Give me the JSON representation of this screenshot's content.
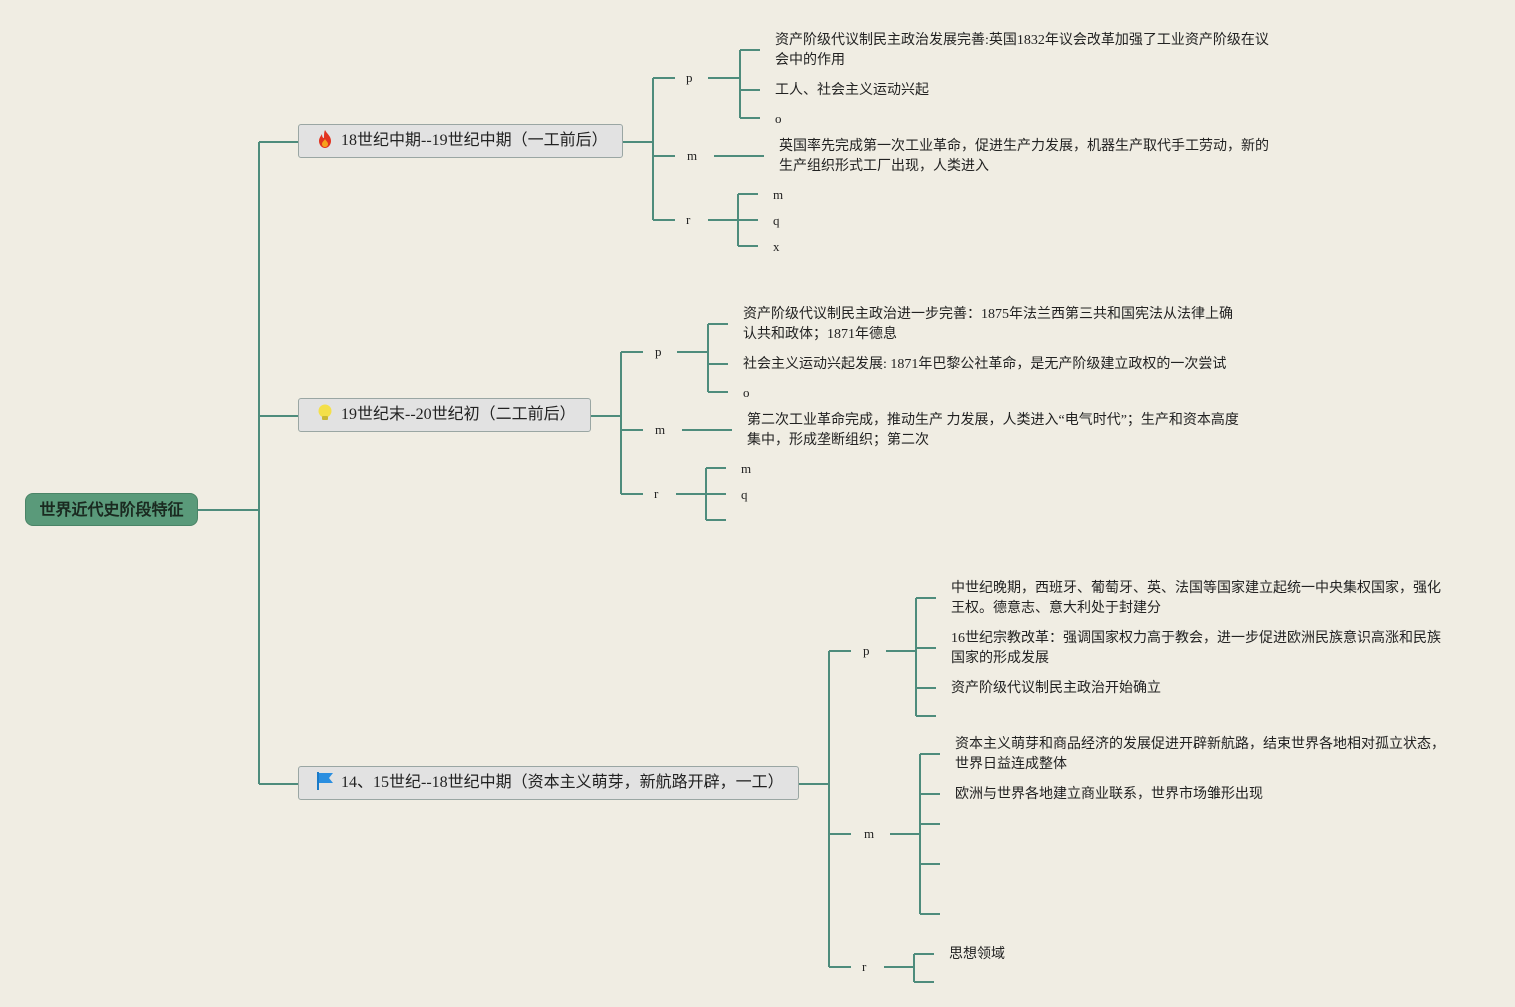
{
  "root": {
    "label": "世界近代史阶段特征"
  },
  "icons": {
    "t1": "fire-icon",
    "t2": "lightbulb-icon",
    "t3": "flag-icon"
  },
  "colors": {
    "line": "#4e8c7c",
    "root_bg": "#5a9a7a",
    "topic_bg": "#e2e2e2",
    "background": "#f0ede3"
  },
  "t1": {
    "title": "18世纪中期--19世纪中期（一工前后）",
    "p": {
      "label": "p",
      "items": [
        "资产阶级代议制民主政治发展完善:英国1832年议会改革加强了工业资产阶级在议会中的作用",
        "工人、社会主义运动兴起",
        "o"
      ]
    },
    "m": {
      "label": "m",
      "items": [
        "英国率先完成第一次工业革命，促进生产力发展，机器生产取代手工劳动，新的生产组织形式工厂出现，人类进入"
      ]
    },
    "r": {
      "label": "r",
      "items": [
        "m",
        "q",
        "x"
      ]
    }
  },
  "t2": {
    "title": "19世纪末--20世纪初（二工前后）",
    "p": {
      "label": "p",
      "items": [
        "资产阶级代议制民主政治进一步完善：1875年法兰西第三共和国宪法从法律上确认共和政体；1871年德息",
        "社会主义运动兴起发展: 1871年巴黎公社革命，是无产阶级建立政权的一次尝试",
        "o"
      ]
    },
    "m": {
      "label": "m",
      "items": [
        "第二次工业革命完成，推动生产 力发展，人类进入“电气时代”；生产和资本高度集中，形成垄断组织；第二次"
      ]
    },
    "r": {
      "label": "r",
      "items": [
        "m",
        "q",
        ""
      ]
    }
  },
  "t3": {
    "title": "14、15世纪--18世纪中期（资本主义萌芽，新航路开辟，一工）",
    "p": {
      "label": "p",
      "items": [
        "中世纪晚期，西班牙、葡萄牙、英、法国等国家建立起统一中央集权国家，强化王权。德意志、意大利处于封建分",
        "16世纪宗教改革：强调国家权力高于教会，进一步促进欧洲民族意识高涨和民族国家的形成发展",
        "资产阶级代议制民主政治开始确立",
        ""
      ]
    },
    "m": {
      "label": "m",
      "items": [
        "资本主义萌芽和商品经济的发展促进开辟新航路，结束世界各地相对孤立状态，世界日益连成整体",
        "欧洲与世界各地建立商业联系，世界市场雏形出现",
        "",
        "",
        ""
      ]
    },
    "r": {
      "label": "r",
      "items": [
        "思想领域",
        ""
      ]
    }
  }
}
